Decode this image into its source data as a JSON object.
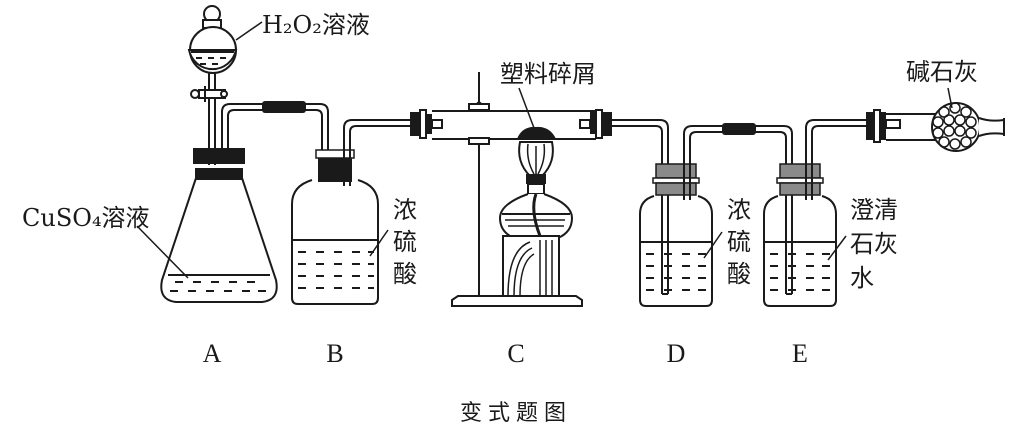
{
  "diagram": {
    "caption": "变式题图",
    "apparatus": [
      {
        "id": "A",
        "label": "A",
        "contents_label": "CuSO₄溶液",
        "funnel_label": "H₂O₂溶液"
      },
      {
        "id": "B",
        "label": "B",
        "contents_label_lines": [
          "浓",
          "硫",
          "酸"
        ]
      },
      {
        "id": "C",
        "label": "C",
        "contents_label": "塑料碎屑"
      },
      {
        "id": "D",
        "label": "D",
        "contents_label_lines": [
          "浓",
          "硫",
          "酸"
        ]
      },
      {
        "id": "E",
        "label": "E",
        "contents_label_lines": [
          "澄清",
          "石灰",
          "水"
        ]
      }
    ],
    "drying_tube_label": "碱石灰",
    "colors": {
      "ink": "#1a1a1a",
      "background": "#ffffff",
      "stopper_gray": "#8a8a8a"
    }
  }
}
